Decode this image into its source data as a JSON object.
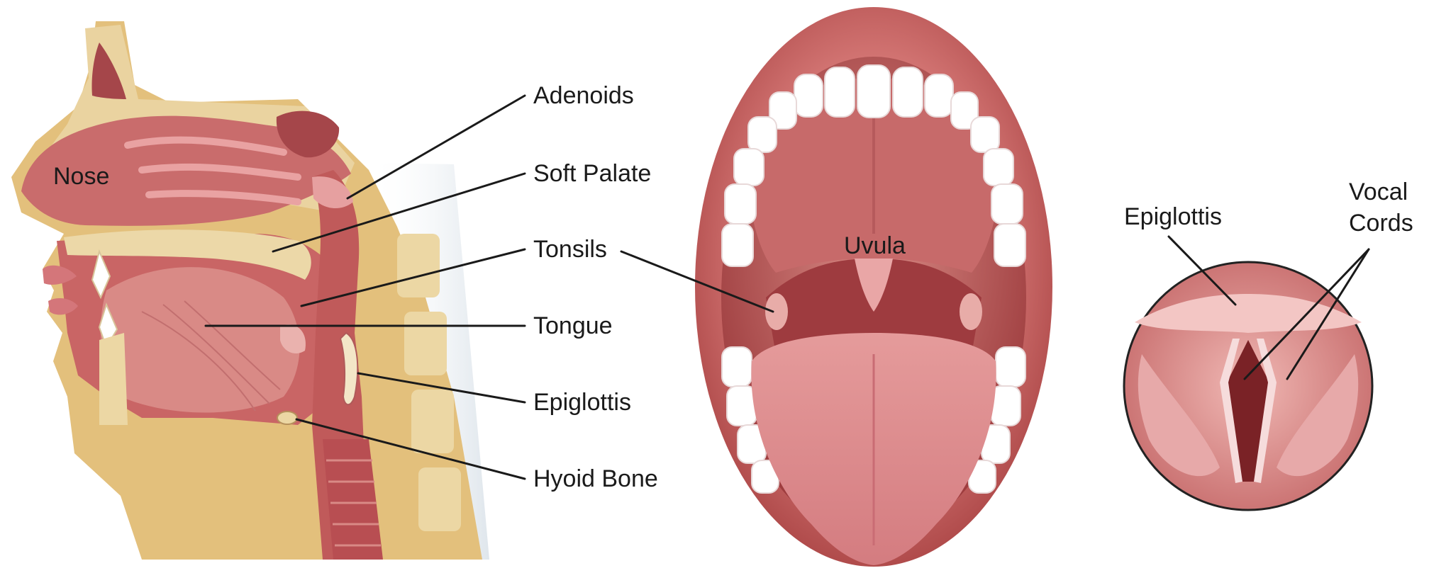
{
  "labels": {
    "nose": "Nose",
    "adenoids": "Adenoids",
    "soft_palate": "Soft Palate",
    "tonsils": "Tonsils",
    "tongue": "Tongue",
    "epiglottis_left": "Epiglottis",
    "hyoid_bone": "Hyoid Bone",
    "uvula": "Uvula",
    "epiglottis_right": "Epiglottis",
    "vocal_line1": "Vocal",
    "vocal_line2": "Cords"
  },
  "colors": {
    "tissue": "#c65a5a",
    "tissue_light": "#e7a0a0",
    "bone": "#e6cf9a",
    "skin": "#e2bf7a",
    "teeth": "#ffffff",
    "inner_mouth": "#a53c3c",
    "ink": "#1a1a1a"
  }
}
